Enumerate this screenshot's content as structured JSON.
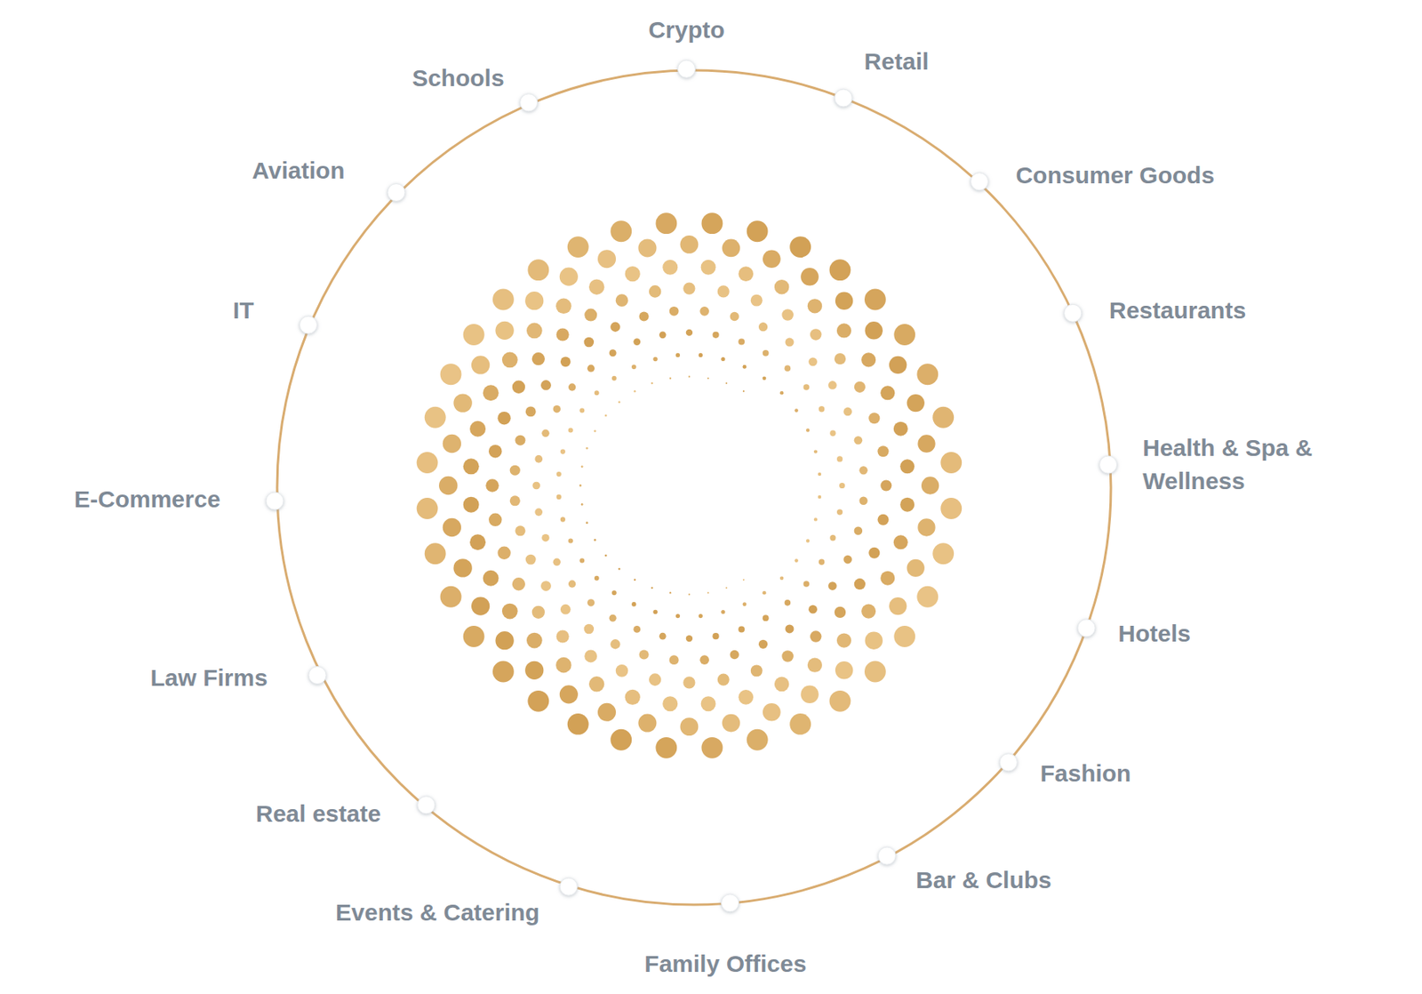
{
  "diagram": {
    "labels": [
      "Crypto",
      "Retail",
      "Consumer Goods",
      "Restaurants",
      "Health & Spa & Wellness",
      "Hotels",
      "Fashion",
      "Bar & Clubs",
      "Family Offices",
      "Events & Catering",
      "Real estate",
      "Law Firms",
      "E-Commerce",
      "IT",
      "Aviation",
      "Schools"
    ]
  }
}
